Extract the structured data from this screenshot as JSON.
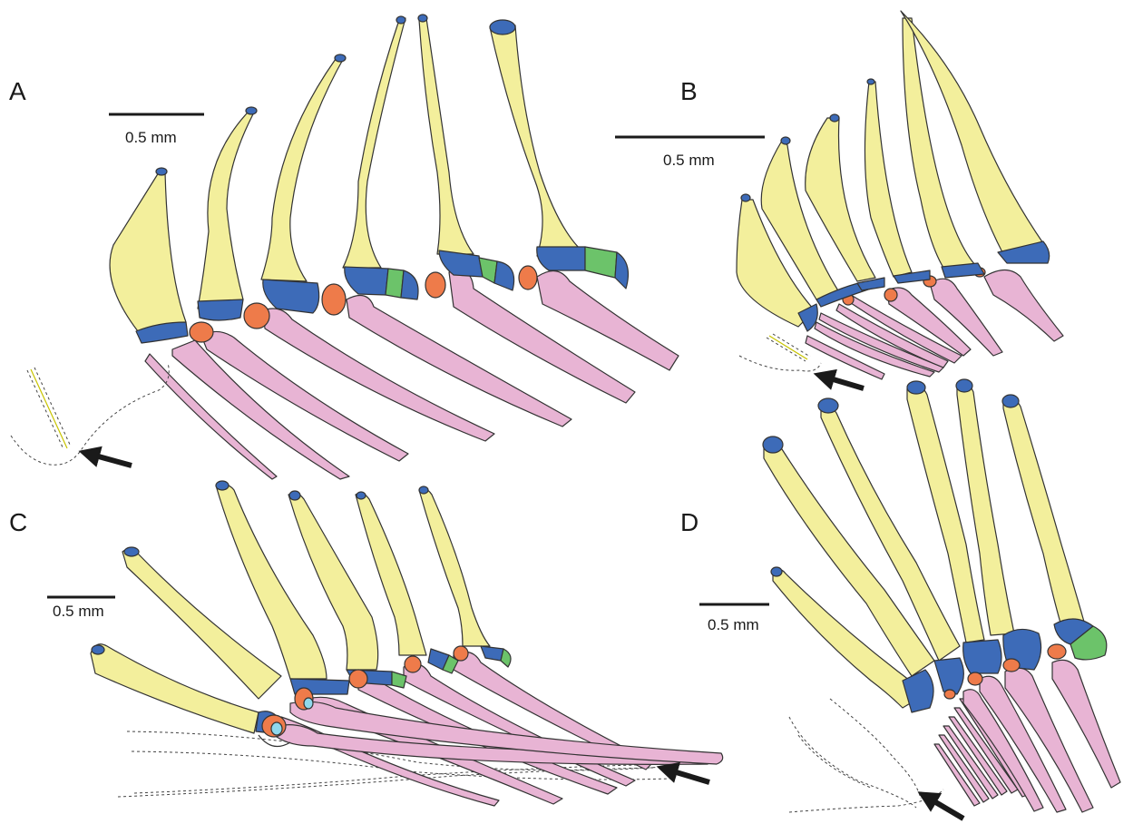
{
  "panels": [
    {
      "letter": "A",
      "scale_label": "0.5 mm"
    },
    {
      "letter": "B",
      "scale_label": "0.5 mm"
    },
    {
      "letter": "C",
      "scale_label": "0.5 mm"
    },
    {
      "letter": "D",
      "scale_label": "0.5 mm"
    }
  ],
  "colors": {
    "proximal_radial": "#f3ef9c",
    "distal_cap": "#3d6bb8",
    "middle_radial": "#6cc36a",
    "distal_radial": "#ee7b4a",
    "fin_ray": "#e8b4d4",
    "small_element": "#8fd8ec",
    "arrow": "#1a1a1a"
  }
}
